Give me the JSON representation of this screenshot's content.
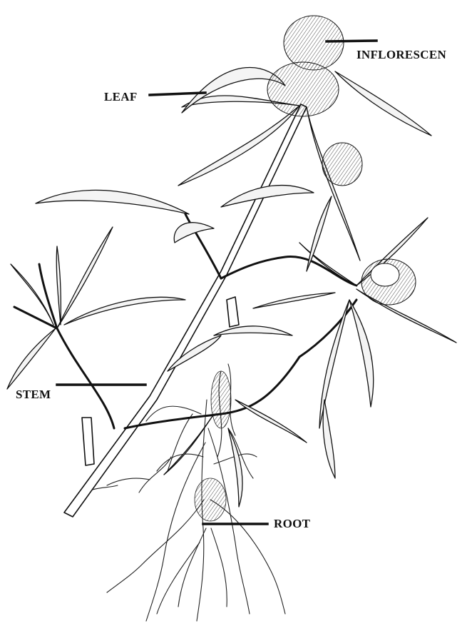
{
  "labels": {
    "leaf": "LEAF",
    "inflorescence": "INFLORESCEN",
    "stem": "STEM",
    "root": "ROOT"
  },
  "colors": {
    "ink": "#111111",
    "background": "#ffffff",
    "leaf_fill": "#f4f4f4"
  }
}
